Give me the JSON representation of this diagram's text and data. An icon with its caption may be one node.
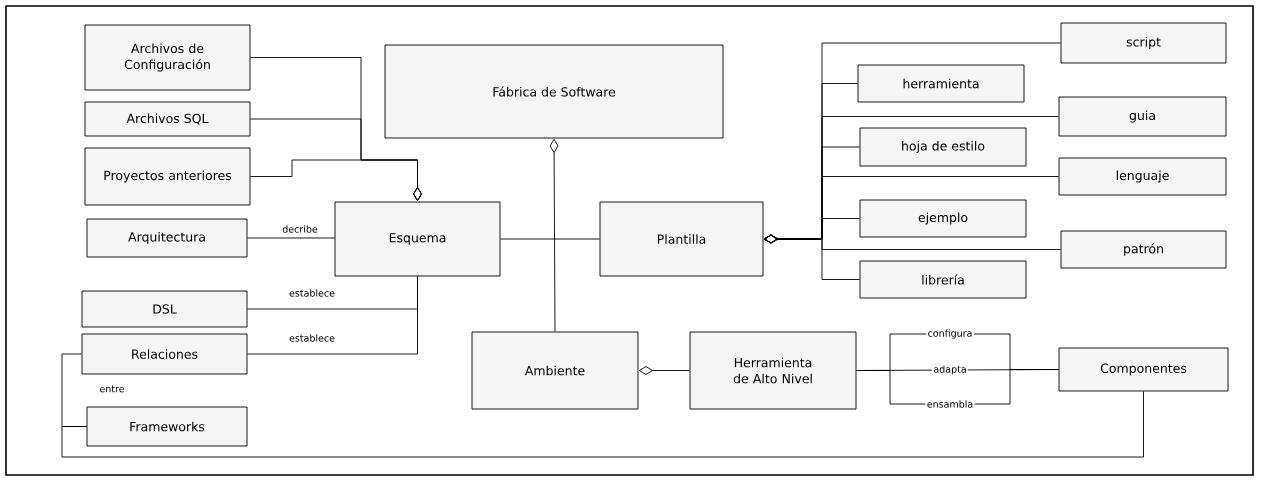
{
  "diagram": {
    "nodes": [
      {
        "text": [
          "Archivos de Configuración"
        ]
      },
      {
        "text": [
          "Archivos SQL"
        ]
      },
      {
        "text": [
          "Proyectos anteriores"
        ]
      },
      {
        "text": [
          "Fábrica de Software"
        ]
      },
      {
        "text": [
          "Arquitectura"
        ]
      },
      {
        "text": [
          "Esquema"
        ]
      },
      {
        "text": [
          "Plantilla"
        ]
      },
      {
        "text": [
          "script"
        ]
      },
      {
        "text": [
          "herramienta"
        ]
      },
      {
        "text": [
          "guia"
        ]
      },
      {
        "text": [
          "hoja de estilo"
        ]
      },
      {
        "text": [
          "lenguaje"
        ]
      },
      {
        "text": [
          "ejemplo"
        ]
      },
      {
        "text": [
          "patrón"
        ]
      },
      {
        "text": [
          "librería"
        ]
      },
      {
        "text": [
          "DSL"
        ]
      },
      {
        "text": [
          "Relaciones"
        ]
      },
      {
        "text": [
          "Frameworks"
        ]
      },
      {
        "text": [
          "Ambiente"
        ]
      },
      {
        "text": [
          "Herramienta de Alto Nivel"
        ]
      },
      {
        "text": [
          "Componentes"
        ]
      }
    ],
    "edges": [
      {
        "from": 0,
        "to": 5,
        "arrow": "other"
      },
      {
        "from": 1,
        "to": 5,
        "arrow": "other"
      },
      {
        "from": 2,
        "to": 5,
        "arrow": "other"
      },
      {
        "from": 4,
        "to": 5,
        "arrow": "none",
        "label": "decribe"
      },
      {
        "from": 5,
        "to": 6,
        "arrow": "none"
      },
      {
        "from": 18,
        "to": 3,
        "arrow": "other"
      },
      {
        "from": 7,
        "to": 6,
        "arrow": "other"
      },
      {
        "from": 8,
        "to": 6,
        "arrow": "other"
      },
      {
        "from": 9,
        "to": 6,
        "arrow": "other"
      },
      {
        "from": 10,
        "to": 6,
        "arrow": "other"
      },
      {
        "from": 11,
        "to": 6,
        "arrow": "other"
      },
      {
        "from": 12,
        "to": 6,
        "arrow": "other"
      },
      {
        "from": 13,
        "to": 6,
        "arrow": "other"
      },
      {
        "from": 14,
        "to": 6,
        "arrow": "other"
      },
      {
        "from": 15,
        "to": 5,
        "arrow": "none",
        "label": "establece"
      },
      {
        "from": 16,
        "to": 5,
        "arrow": "none",
        "label": "establece"
      },
      {
        "from": 16,
        "to": 17,
        "arrow": "none",
        "label": "entre"
      },
      {
        "from": 17,
        "to": 20,
        "arrow": "none"
      },
      {
        "from": 19,
        "to": 18,
        "arrow": "other"
      },
      {
        "from": 19,
        "to": 20,
        "arrow": "none",
        "label": "configura"
      },
      {
        "from": 19,
        "to": 20,
        "arrow": "none",
        "label": "adapta"
      },
      {
        "from": 19,
        "to": 20,
        "arrow": "none",
        "label": "ensambla"
      }
    ]
  }
}
